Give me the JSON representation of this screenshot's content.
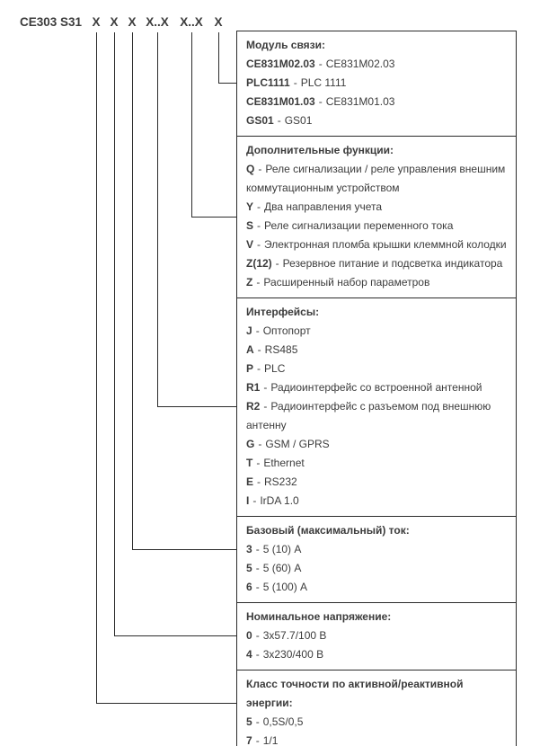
{
  "title": {
    "prefix": "CE303 S31",
    "positions": [
      "X",
      "X",
      "X",
      "X..X",
      "X..X",
      "X"
    ]
  },
  "separator": "-",
  "colors": {
    "background": "#ffffff",
    "text": "#3c3c3c",
    "line": "#2b2b2b"
  },
  "sections": [
    {
      "heading": "Модуль связи:",
      "items": [
        {
          "code": "CE831M02.03",
          "desc": "CE831M02.03"
        },
        {
          "code": "PLC1111",
          "desc": "PLC 1111"
        },
        {
          "code": "CE831M01.03",
          "desc": "CE831M01.03"
        },
        {
          "code": "GS01",
          "desc": "GS01"
        }
      ]
    },
    {
      "heading": "Дополнительные функции:",
      "items": [
        {
          "code": "Q",
          "desc": "Реле сигнализации / реле управления внешним коммутационным устройством"
        },
        {
          "code": "Y",
          "desc": "Два направления учета"
        },
        {
          "code": "S",
          "desc": "Реле сигнализации переменного тока"
        },
        {
          "code": "V",
          "desc": "Электронная пломба крышки клеммной колодки"
        },
        {
          "code": "Z(12)",
          "desc": "Резервное питание и подсветка индикатора"
        },
        {
          "code": "Z",
          "desc": "Расширенный набор параметров"
        }
      ]
    },
    {
      "heading": "Интерфейсы:",
      "items": [
        {
          "code": "J",
          "desc": "Оптопорт"
        },
        {
          "code": "A",
          "desc": "RS485"
        },
        {
          "code": "P",
          "desc": "PLC"
        },
        {
          "code": "R1",
          "desc": "Радиоинтерфейс со встроенной антенной"
        },
        {
          "code": "R2",
          "desc": "Радиоинтерфейс с разъемом под внешнюю антенну"
        },
        {
          "code": "G",
          "desc": "GSM / GPRS"
        },
        {
          "code": "T",
          "desc": "Ethernet"
        },
        {
          "code": "E",
          "desc": "RS232"
        },
        {
          "code": "I",
          "desc": "IrDA 1.0"
        }
      ]
    },
    {
      "heading": "Базовый (максимальный) ток:",
      "items": [
        {
          "code": "3",
          "desc": "5 (10) А"
        },
        {
          "code": "5",
          "desc": "5 (60) А"
        },
        {
          "code": "6",
          "desc": "5 (100) А"
        }
      ]
    },
    {
      "heading": "Номинальное напряжение:",
      "items": [
        {
          "code": "0",
          "desc": "3x57.7/100 В"
        },
        {
          "code": "4",
          "desc": "3x230/400 В"
        }
      ]
    },
    {
      "heading": "Класс точности по активной/реактивной энергии:",
      "items": [
        {
          "code": "5",
          "desc": "0,5S/0,5"
        },
        {
          "code": "7",
          "desc": "1/1"
        }
      ]
    }
  ]
}
